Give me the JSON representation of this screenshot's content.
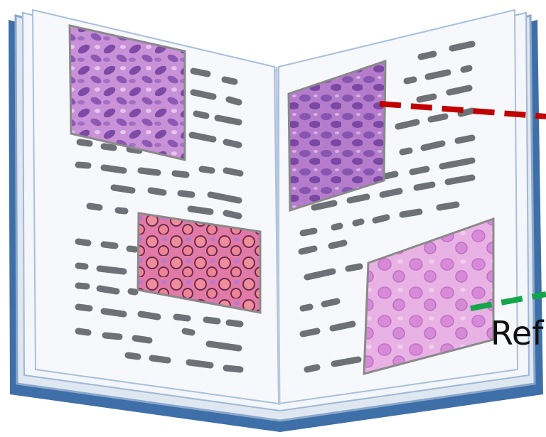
{
  "annotation": {
    "label": "Ref",
    "line_colors": {
      "red": "#c00000",
      "green": "#12a54a"
    }
  },
  "book": {
    "cover_color": "#3e6fa8",
    "page_color": "#f7f8fb",
    "text_mark_color": "#6e7175"
  },
  "images": [
    {
      "name": "tissue-image-top-left",
      "stain": "purple"
    },
    {
      "name": "tissue-image-middle-left",
      "stain": "pink-red"
    },
    {
      "name": "tissue-image-top-right",
      "stain": "purple",
      "annotation": "red-dashed-line"
    },
    {
      "name": "tissue-image-bottom-right",
      "stain": "light-pink",
      "annotation": "green-dashed-line"
    }
  ]
}
